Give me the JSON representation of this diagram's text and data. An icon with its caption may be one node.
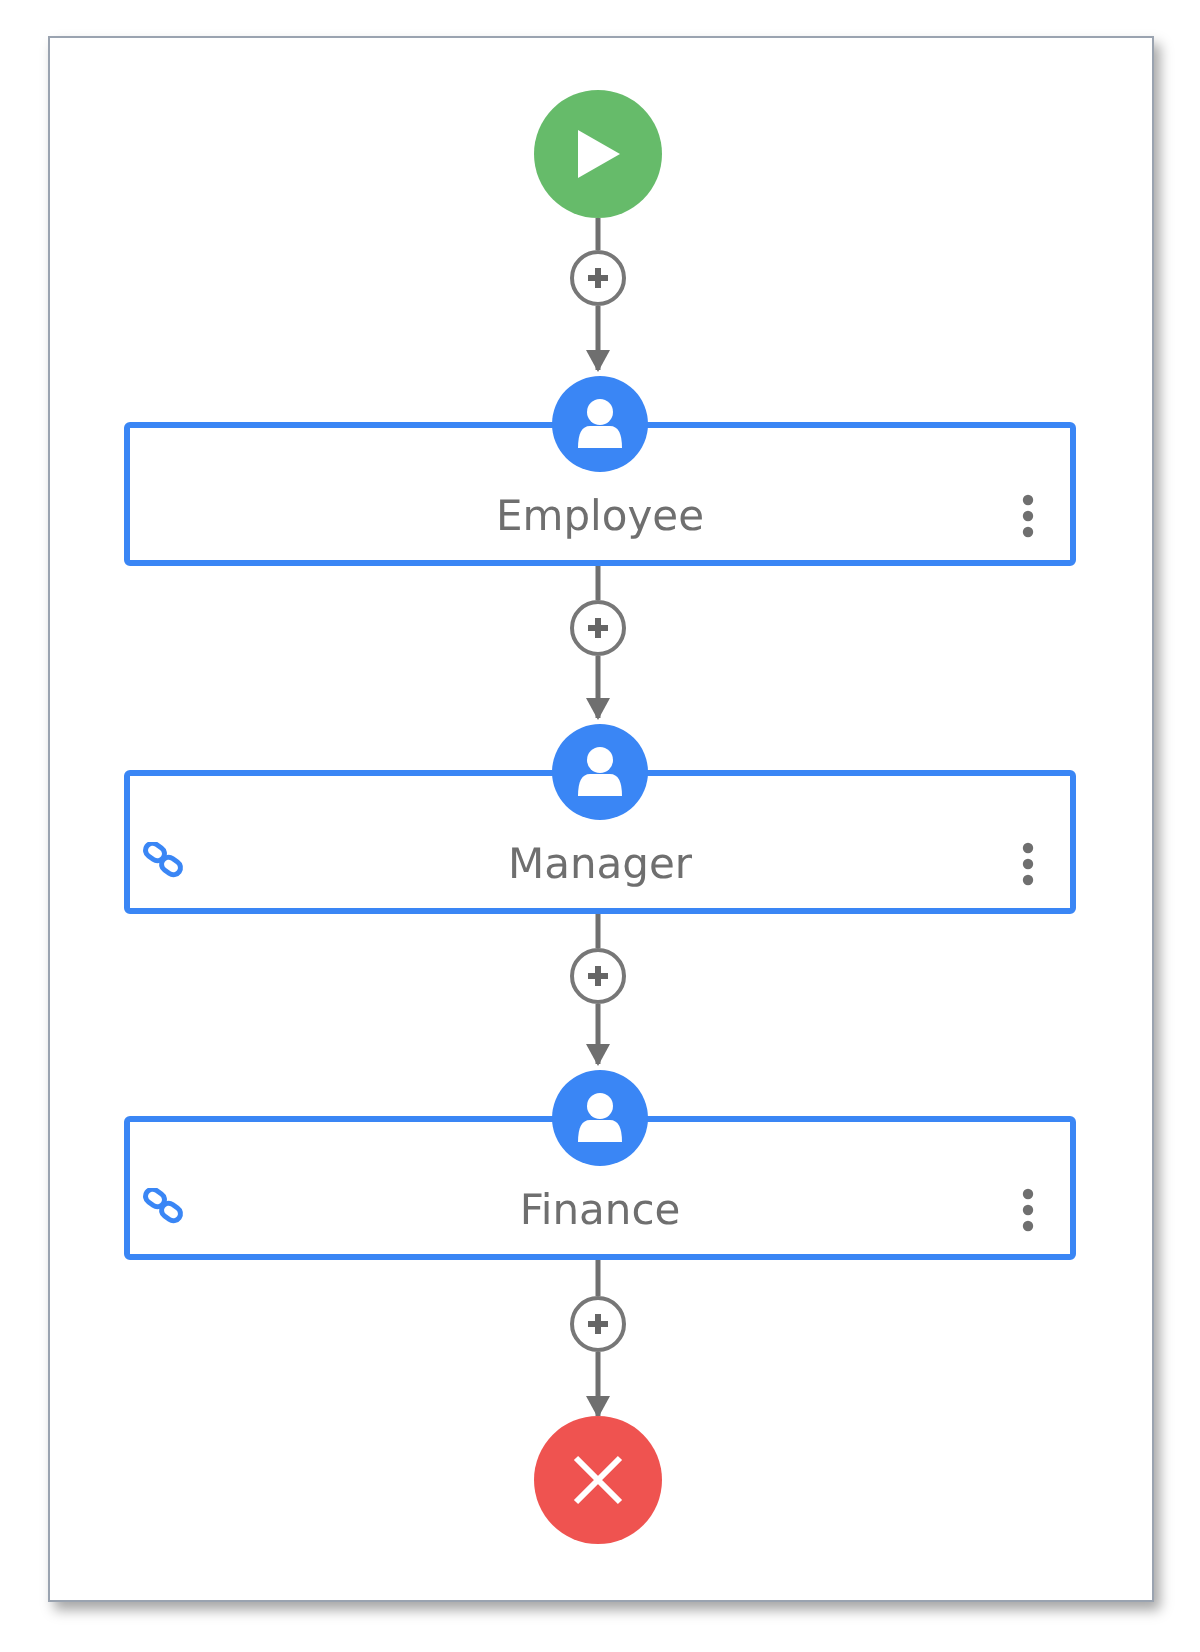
{
  "diagram": {
    "nodes": [
      {
        "text": [],
        "shape": "circle"
      },
      {
        "text": [],
        "shape": "circle"
      },
      {
        "text": [
          "Employee"
        ]
      },
      {
        "text": [],
        "shape": "circle"
      },
      {
        "text": [
          "Manager"
        ]
      },
      {
        "text": [],
        "shape": "circle"
      },
      {
        "text": [
          "Finance"
        ]
      },
      {
        "text": [],
        "shape": "circle"
      },
      {
        "text": [],
        "shape": "circle"
      }
    ],
    "edges": [
      {
        "from": 0,
        "to": 1,
        "arrow": "none"
      },
      {
        "from": 1,
        "to": 2,
        "arrow": "to"
      },
      {
        "from": 2,
        "to": 3,
        "arrow": "none"
      },
      {
        "from": 3,
        "to": 4,
        "arrow": "to"
      },
      {
        "from": 4,
        "to": 5,
        "arrow": "none"
      },
      {
        "from": 5,
        "to": 6,
        "arrow": "to"
      },
      {
        "from": 6,
        "to": 7,
        "arrow": "none"
      },
      {
        "from": 7,
        "to": 8,
        "arrow": "to"
      }
    ]
  }
}
